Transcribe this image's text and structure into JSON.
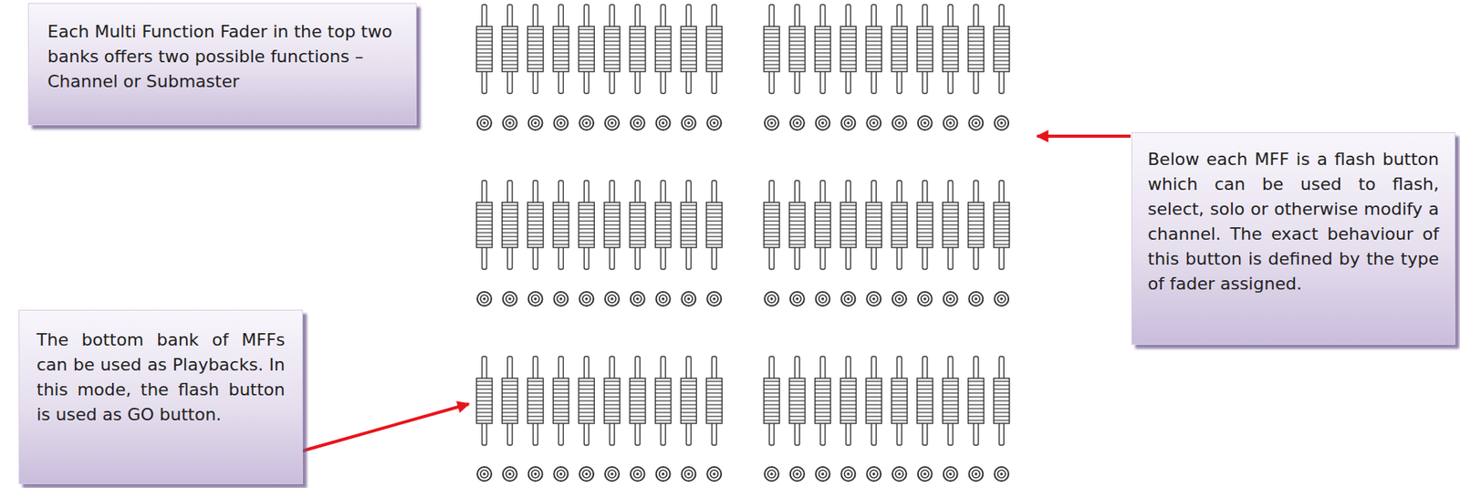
{
  "diagram": {
    "nodes": [
      {
        "text": [
          "Each Multi Function Fader in the top two banks offers two possible functions – Channel or Submaster"
        ]
      },
      {
        "text": [
          "Below each MFF is a flash button which can be used to flash, select, solo or otherwise modify a channel. The exact behaviour of this button is defined by the type of fader assigned."
        ]
      },
      {
        "text": [
          "The bottom bank of MFFs can be used as Playbacks. In this mode, the flash button is used as GO button."
        ]
      }
    ]
  }
}
